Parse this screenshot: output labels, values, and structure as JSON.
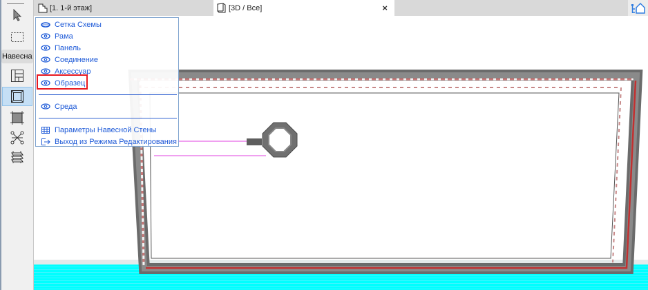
{
  "toolbox": {
    "section_label": "Навесна",
    "tools": [
      {
        "name": "arrow-tool",
        "icon": "cursor-arrow-icon"
      },
      {
        "name": "marquee-tool",
        "icon": "marquee-icon"
      },
      {
        "name": "curtain-wall-scheme-tool",
        "icon": "scheme-grid-icon"
      },
      {
        "name": "frame-tool",
        "icon": "frame-icon",
        "active": true
      },
      {
        "name": "panel-tool",
        "icon": "panel-icon"
      },
      {
        "name": "junction-tool",
        "icon": "junction-icon"
      },
      {
        "name": "accessory-tool",
        "icon": "accessory-icon"
      }
    ]
  },
  "tabs": [
    {
      "label": "[1. 1-й этаж]",
      "icon": "floor-plan-icon",
      "active": false
    },
    {
      "label": "[3D / Все]",
      "icon": "3d-box-icon",
      "active": true,
      "close_label": "×"
    }
  ],
  "nav_button": {
    "icon": "navigator-house-icon"
  },
  "menu": {
    "items": [
      {
        "label": "Сетка Схемы",
        "icon": "eye-closed-icon"
      },
      {
        "label": "Рама",
        "icon": "eye-icon"
      },
      {
        "label": "Панель",
        "icon": "eye-icon"
      },
      {
        "label": "Соединение",
        "icon": "eye-icon"
      },
      {
        "label": "Аксессуар",
        "icon": "eye-icon"
      },
      {
        "label": "Образец",
        "icon": "eye-icon",
        "highlighted": true
      },
      {
        "label": "Среда",
        "icon": "eye-icon"
      },
      {
        "label": "Параметры Навесной Стены",
        "icon": "settings-table-icon"
      },
      {
        "label": "Выход из Режима Редактирования",
        "icon": "exit-icon"
      }
    ]
  },
  "colors": {
    "menu_text": "#1f5bd8",
    "highlight_border": "#e8181f",
    "ground": "#00ffff",
    "frame_gray": "#6e6e6e",
    "frame_dash": "#c77878",
    "selection_line": "#e040e0",
    "active_tool_bg": "#c5dff5"
  }
}
